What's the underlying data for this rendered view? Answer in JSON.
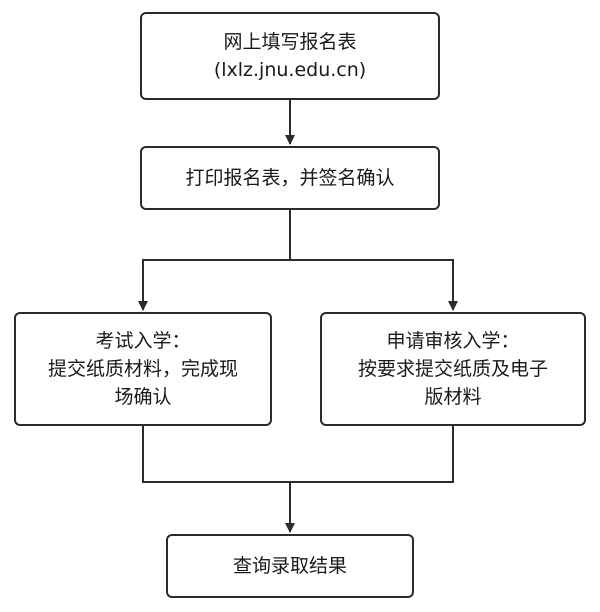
{
  "nodes": {
    "online_form": {
      "line1": "网上填写报名表",
      "line2": "(lxlz.jnu.edu.cn)"
    },
    "print_sign": {
      "line1": "打印报名表，并签名确认"
    },
    "exam": {
      "line1": "考试入学：",
      "line2": "提交纸质材料，完成现",
      "line3": "场确认"
    },
    "review": {
      "line1": "申请审核入学：",
      "line2": "按要求提交纸质及电子",
      "line3": "版材料"
    },
    "result": {
      "line1": "查询录取结果"
    }
  },
  "colors": {
    "stroke": "#2b2b2b",
    "background": "#ffffff"
  }
}
